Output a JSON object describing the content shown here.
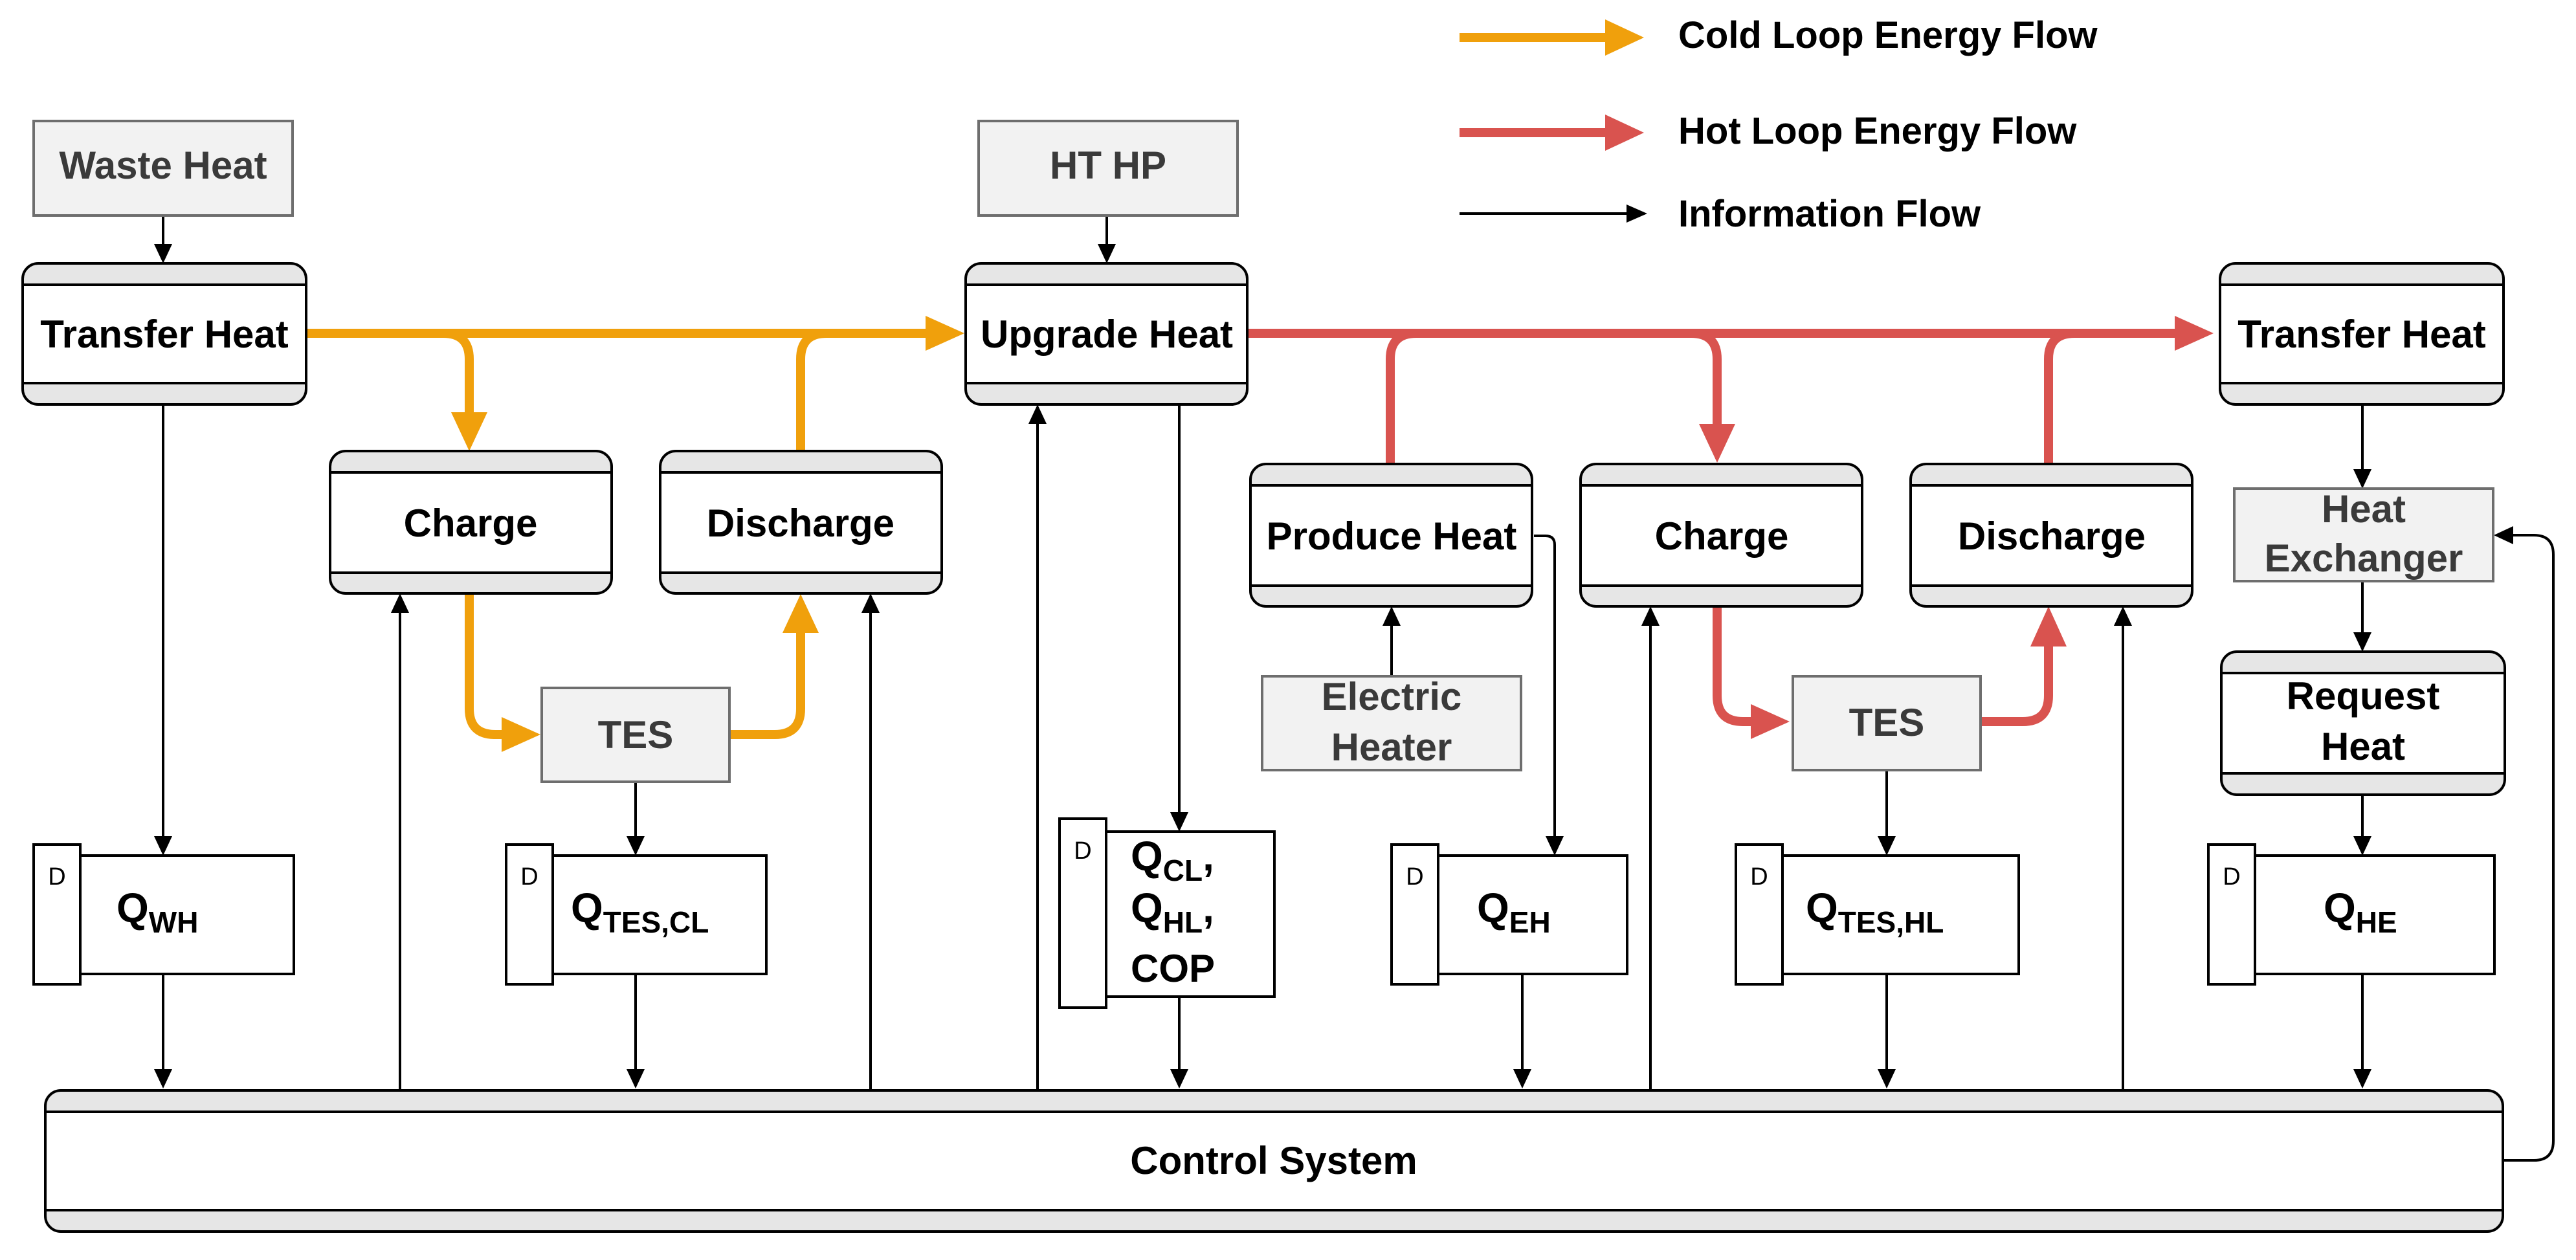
{
  "legend": {
    "cold": "Cold Loop Energy Flow",
    "hot": "Hot Loop Energy Flow",
    "info": "Information Flow"
  },
  "colors": {
    "cold_loop": "#F0A00C",
    "hot_loop": "#D9534F",
    "information": "#000000",
    "process_band": "#E6E6E6",
    "source_fill": "#F2F2F2"
  },
  "sources": {
    "waste_heat": "Waste Heat",
    "ht_hp": "HT HP",
    "tes_cold": "TES",
    "electric_heater": [
      "Electric",
      "Heater"
    ],
    "tes_hot": "TES",
    "heat_exchanger": [
      "Heat",
      "Exchanger"
    ]
  },
  "processes": {
    "transfer_heat_left": "Transfer Heat",
    "charge_cold": "Charge",
    "discharge_cold": "Discharge",
    "upgrade_heat": "Upgrade Heat",
    "produce_heat": "Produce Heat",
    "charge_hot": "Charge",
    "discharge_hot": "Discharge",
    "transfer_heat_right": "Transfer Heat",
    "request_heat": [
      "Request",
      "Heat"
    ],
    "control_system": "Control System"
  },
  "data_stores": {
    "marker": "D",
    "q_wh": {
      "base": "Q",
      "sub": "WH"
    },
    "q_tes_cl": {
      "base": "Q",
      "sub": "TES,CL"
    },
    "q_hp": [
      {
        "base": "Q",
        "sub": "CL",
        "tail": ","
      },
      {
        "base": "Q",
        "sub": "HL",
        "tail": ","
      },
      {
        "base": "COP",
        "sub": "",
        "tail": ""
      }
    ],
    "q_eh": {
      "base": "Q",
      "sub": "EH"
    },
    "q_tes_hl": {
      "base": "Q",
      "sub": "TES,HL"
    },
    "q_he": {
      "base": "Q",
      "sub": "HE"
    }
  }
}
